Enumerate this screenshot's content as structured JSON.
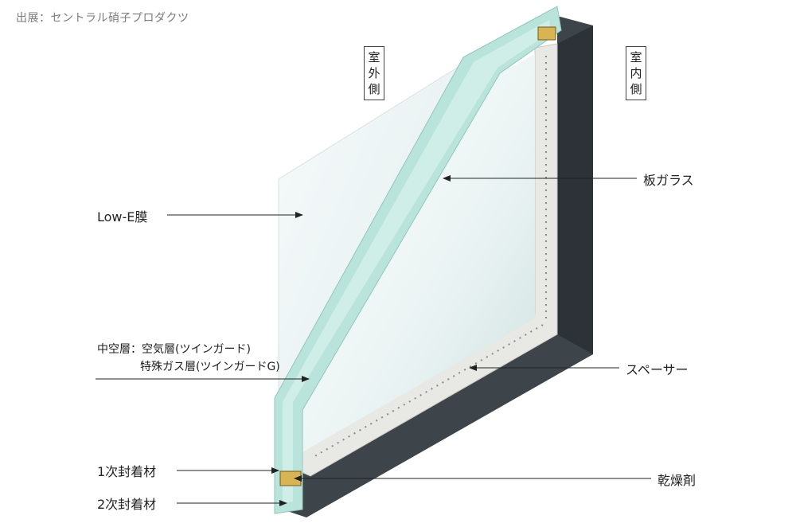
{
  "source": "出展：セントラル硝子プロダクツ",
  "sides": {
    "outdoor": [
      "室",
      "外",
      "側"
    ],
    "indoor": [
      "室",
      "内",
      "側"
    ]
  },
  "labels": {
    "lowe": "Low-E膜",
    "plate_glass": "板ガラス",
    "hollow_line1": "中空層：空気層(ツインガード)",
    "hollow_line2": "特殊ガス層(ツインガードG)",
    "spacer": "スペーサー",
    "primary_seal": "1次封着材",
    "desiccant": "乾燥剤",
    "secondary_seal": "2次封着材"
  },
  "colors": {
    "frame_dark": "#3d444a",
    "glass_edge": "#b9e4dc",
    "glass_face": "#eef6f6",
    "spacer": "#e8e8e4",
    "desiccant": "#d8b453"
  }
}
